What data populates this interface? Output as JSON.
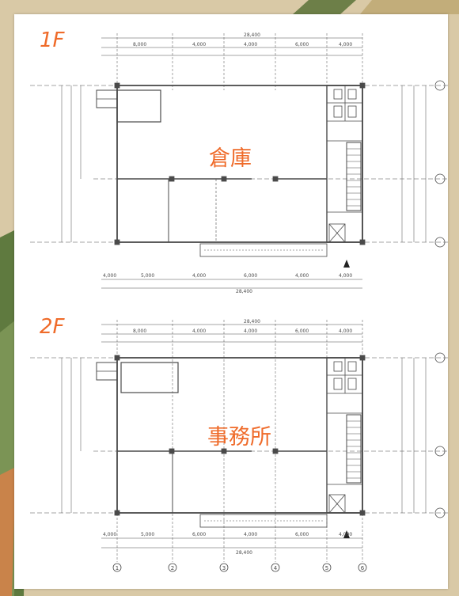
{
  "colors": {
    "accent_label": "#ef6b2a",
    "line": "#4a4a4a",
    "background_tan": "#d9c9a6",
    "background_green": "#5f7a3f"
  },
  "floor_plans": [
    {
      "floor_label": "1F",
      "room_label": "倉庫",
      "dims_top": [
        "28,400",
        "8,000",
        "4,000",
        "4,000",
        "6,000",
        "4,000"
      ],
      "dims_bottom": [
        "4,000",
        "5,000",
        "4,000",
        "6,000",
        "4,000",
        "4,000",
        "28,400"
      ]
    },
    {
      "floor_label": "2F",
      "room_label": "事務所",
      "dims_top": [
        "28,400",
        "8,000",
        "4,000",
        "4,000",
        "6,000",
        "4,000"
      ],
      "dims_bottom": [
        "4,000",
        "5,000",
        "6,000",
        "4,000",
        "6,000",
        "4,000",
        "28,400"
      ],
      "grid_labels": [
        "1",
        "2",
        "3",
        "4",
        "5",
        "6"
      ]
    }
  ]
}
